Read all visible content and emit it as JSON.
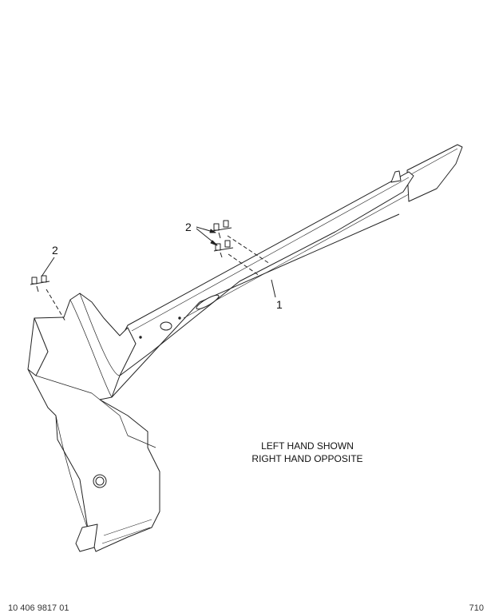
{
  "callouts": {
    "part_1": "1",
    "part_2_left": "2",
    "part_2_center": "2"
  },
  "notes": {
    "line1": "LEFT HAND SHOWN",
    "line2": "RIGHT HAND OPPOSITE"
  },
  "footer": {
    "left": "10 406 9817 01",
    "right": "710"
  }
}
